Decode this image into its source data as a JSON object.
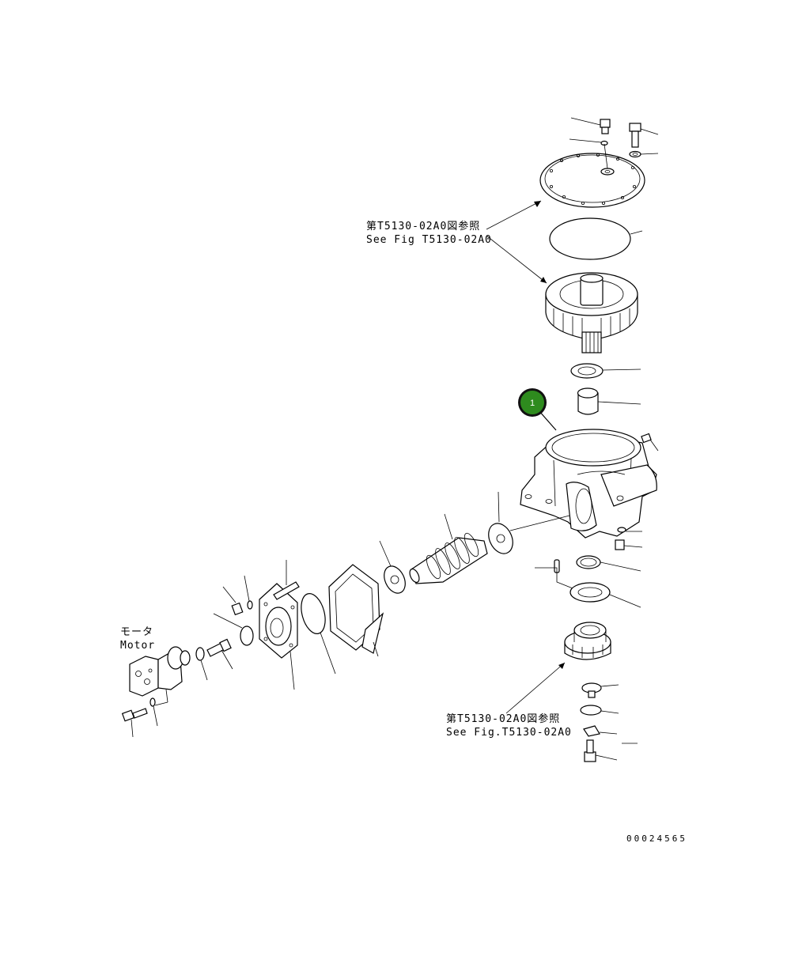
{
  "references": {
    "top": {
      "line_jp": "第T5130-02A0図参照",
      "line_en": "See Fig T5130-02A0"
    },
    "bottom": {
      "line_jp": "第T5130-02A0図参照",
      "line_en": "See Fig.T5130-02A0"
    }
  },
  "motor": {
    "label_jp": "モータ",
    "label_en": "Motor"
  },
  "callout": {
    "number": "1",
    "color": "#2e8b1e"
  },
  "drawing_code": "00024565"
}
